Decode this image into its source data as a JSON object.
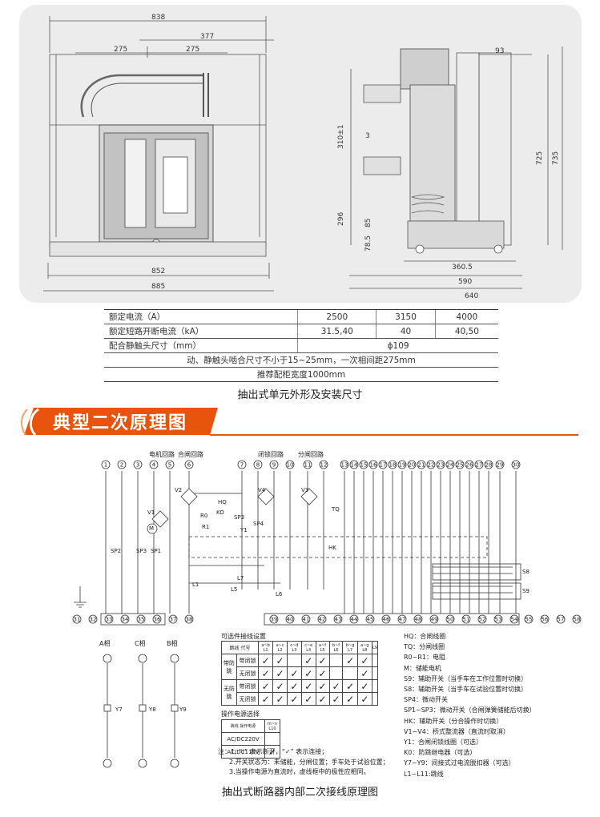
{
  "drawing": {
    "front_dims": [
      "838",
      "377",
      "275",
      "275",
      "852",
      "885"
    ],
    "side_dims": [
      "93",
      "725",
      "735",
      "310±1",
      "3",
      "296",
      "85",
      "78.5",
      "360.5",
      "590",
      "640"
    ]
  },
  "spec_table": {
    "rows": [
      {
        "label": "额定电流（A）",
        "values": [
          "2500",
          "3150",
          "4000"
        ]
      },
      {
        "label": "额定短路开断电流（kA）",
        "values": [
          "31.5,40",
          "40",
          "40,50"
        ]
      },
      {
        "label": "配合静触头尺寸（mm）",
        "merged": "ϕ109"
      }
    ],
    "note1": "动、静触头啮合尺寸不小于15~25mm，一次相间距275mm",
    "note2": "推荐配柜宽度1000mm"
  },
  "caption_top": "抽出式单元外形及安装尺寸",
  "section_title": "典型二次原理图",
  "schematic": {
    "circuit_labels": [
      "电机回路",
      "合闸回路",
      "闭锁回路",
      "分闸回路"
    ],
    "phase_labels": [
      "A相",
      "C相",
      "B相"
    ],
    "phase_ct": [
      "Y7",
      "Y8",
      "Y9"
    ],
    "top_terminals": [
      "1",
      "2",
      "3",
      "4",
      "5",
      "6",
      "7",
      "8",
      "9",
      "10",
      "11",
      "12",
      "13",
      "14",
      "15",
      "16",
      "17",
      "18",
      "19",
      "20",
      "21",
      "22",
      "23",
      "24",
      "25",
      "26",
      "27",
      "28",
      "29",
      "30"
    ],
    "bottom_terminals": [
      "31",
      "32",
      "33",
      "34",
      "35",
      "36",
      "37",
      "38",
      "39",
      "40",
      "41",
      "42",
      "43",
      "44",
      "45",
      "46",
      "47",
      "48",
      "49",
      "50",
      "51",
      "52",
      "53",
      "54",
      "55",
      "56",
      "57",
      "58"
    ],
    "component_labels": [
      "V2",
      "V4",
      "V3",
      "V1",
      "HQ",
      "TQ",
      "KO",
      "SP3",
      "SP4",
      "SP1",
      "SP2",
      "SP3",
      "HK",
      "S8",
      "S9",
      "L1",
      "L5",
      "L6",
      "L7",
      "M",
      "R0",
      "R1",
      "Y1"
    ],
    "optional_wiring": {
      "title": "可选件接线设置",
      "head_label": "跳线 代号",
      "columns": [
        "a~b L1",
        "a~c L2",
        "c~d L3",
        "c~e L4",
        "a~f L5",
        "b~f L6",
        "b~g L7",
        "a~g L8",
        "L9"
      ],
      "row_groups": [
        {
          "group": "带防跳",
          "rows": [
            {
              "label": "带闭锁",
              "marks": [
                "✓",
                "✓",
                "",
                "✓",
                "✓",
                "",
                "✓",
                "✓",
                ""
              ]
            },
            {
              "label": "无闭锁",
              "marks": [
                "✓",
                "✓",
                "✓",
                "✓",
                "✓",
                "",
                "",
                "✓",
                ""
              ]
            }
          ]
        },
        {
          "group": "无防跳",
          "rows": [
            {
              "label": "带闭锁",
              "marks": [
                "✓",
                "✓",
                "✓",
                "✓",
                "✓",
                "✓",
                "✓",
                "✓",
                ""
              ]
            },
            {
              "label": "无闭锁",
              "marks": [
                "✓",
                "✓",
                "✓",
                "✓",
                "✓",
                "✓",
                "✓",
                "✓",
                ""
              ]
            }
          ]
        }
      ]
    },
    "power_select": {
      "title": "操作电源选择",
      "head_label": "跳线 操作电源",
      "col": "m~n L10",
      "rows": [
        {
          "label": "AC/DC220V",
          "mark": ""
        },
        {
          "label": "AC/DC110V",
          "mark": "✓"
        }
      ]
    },
    "notes": [
      "注：1. “/” 表示断开，“✓” 表示连接；",
      "2.开关状态为：未储能，分闸位置；手车处于试验位置；",
      "3.当操作电源为直流时，虚线框中的极性应相同。"
    ],
    "legend": [
      "HQ：合闸线圈",
      "TQ：分闸线圈",
      "R0~R1：电阻",
      "M：储能电机",
      "S9：辅助开关（当手车在工作位置时切换）",
      "S8：辅助开关（当手车在试验位置时切换）",
      "SP4：微动开关",
      "SP1~SP3：微动开关（合闸弹簧储能后切换）",
      "HK：辅助开关（分合操作时切换）",
      "V1~V4：桥式整流器（直流时取消）",
      "Y1：合闸闭锁线圈（可选）",
      "K0：防跳继电器（可选）",
      "Y7~Y9：间接式过电流脱扣器（可选）",
      "L1~L11:跳线"
    ]
  },
  "caption_bottom": "抽出式断路器内部二次接线原理图",
  "colors": {
    "accent": "#e8530e",
    "panel": "#ececec",
    "line": "#333333"
  }
}
